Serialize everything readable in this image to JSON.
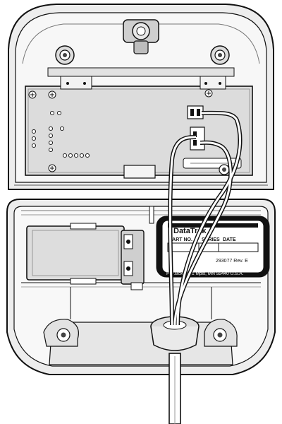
{
  "label_plate": {
    "brand": "DataTrak",
    "col_part_no": "PART NO.",
    "col_series": "SERIES",
    "col_date": "DATE",
    "part_rev": "293077 Rev. E",
    "address": "P.O.Box 1441 Mpls, MN 55440 U.S.A."
  },
  "colors": {
    "stroke": "#111111",
    "housing_fill": "#eeeeee",
    "board_fill": "#dcdcdc",
    "plate_fill": "#111111",
    "cable_fill": "#ffffff"
  }
}
